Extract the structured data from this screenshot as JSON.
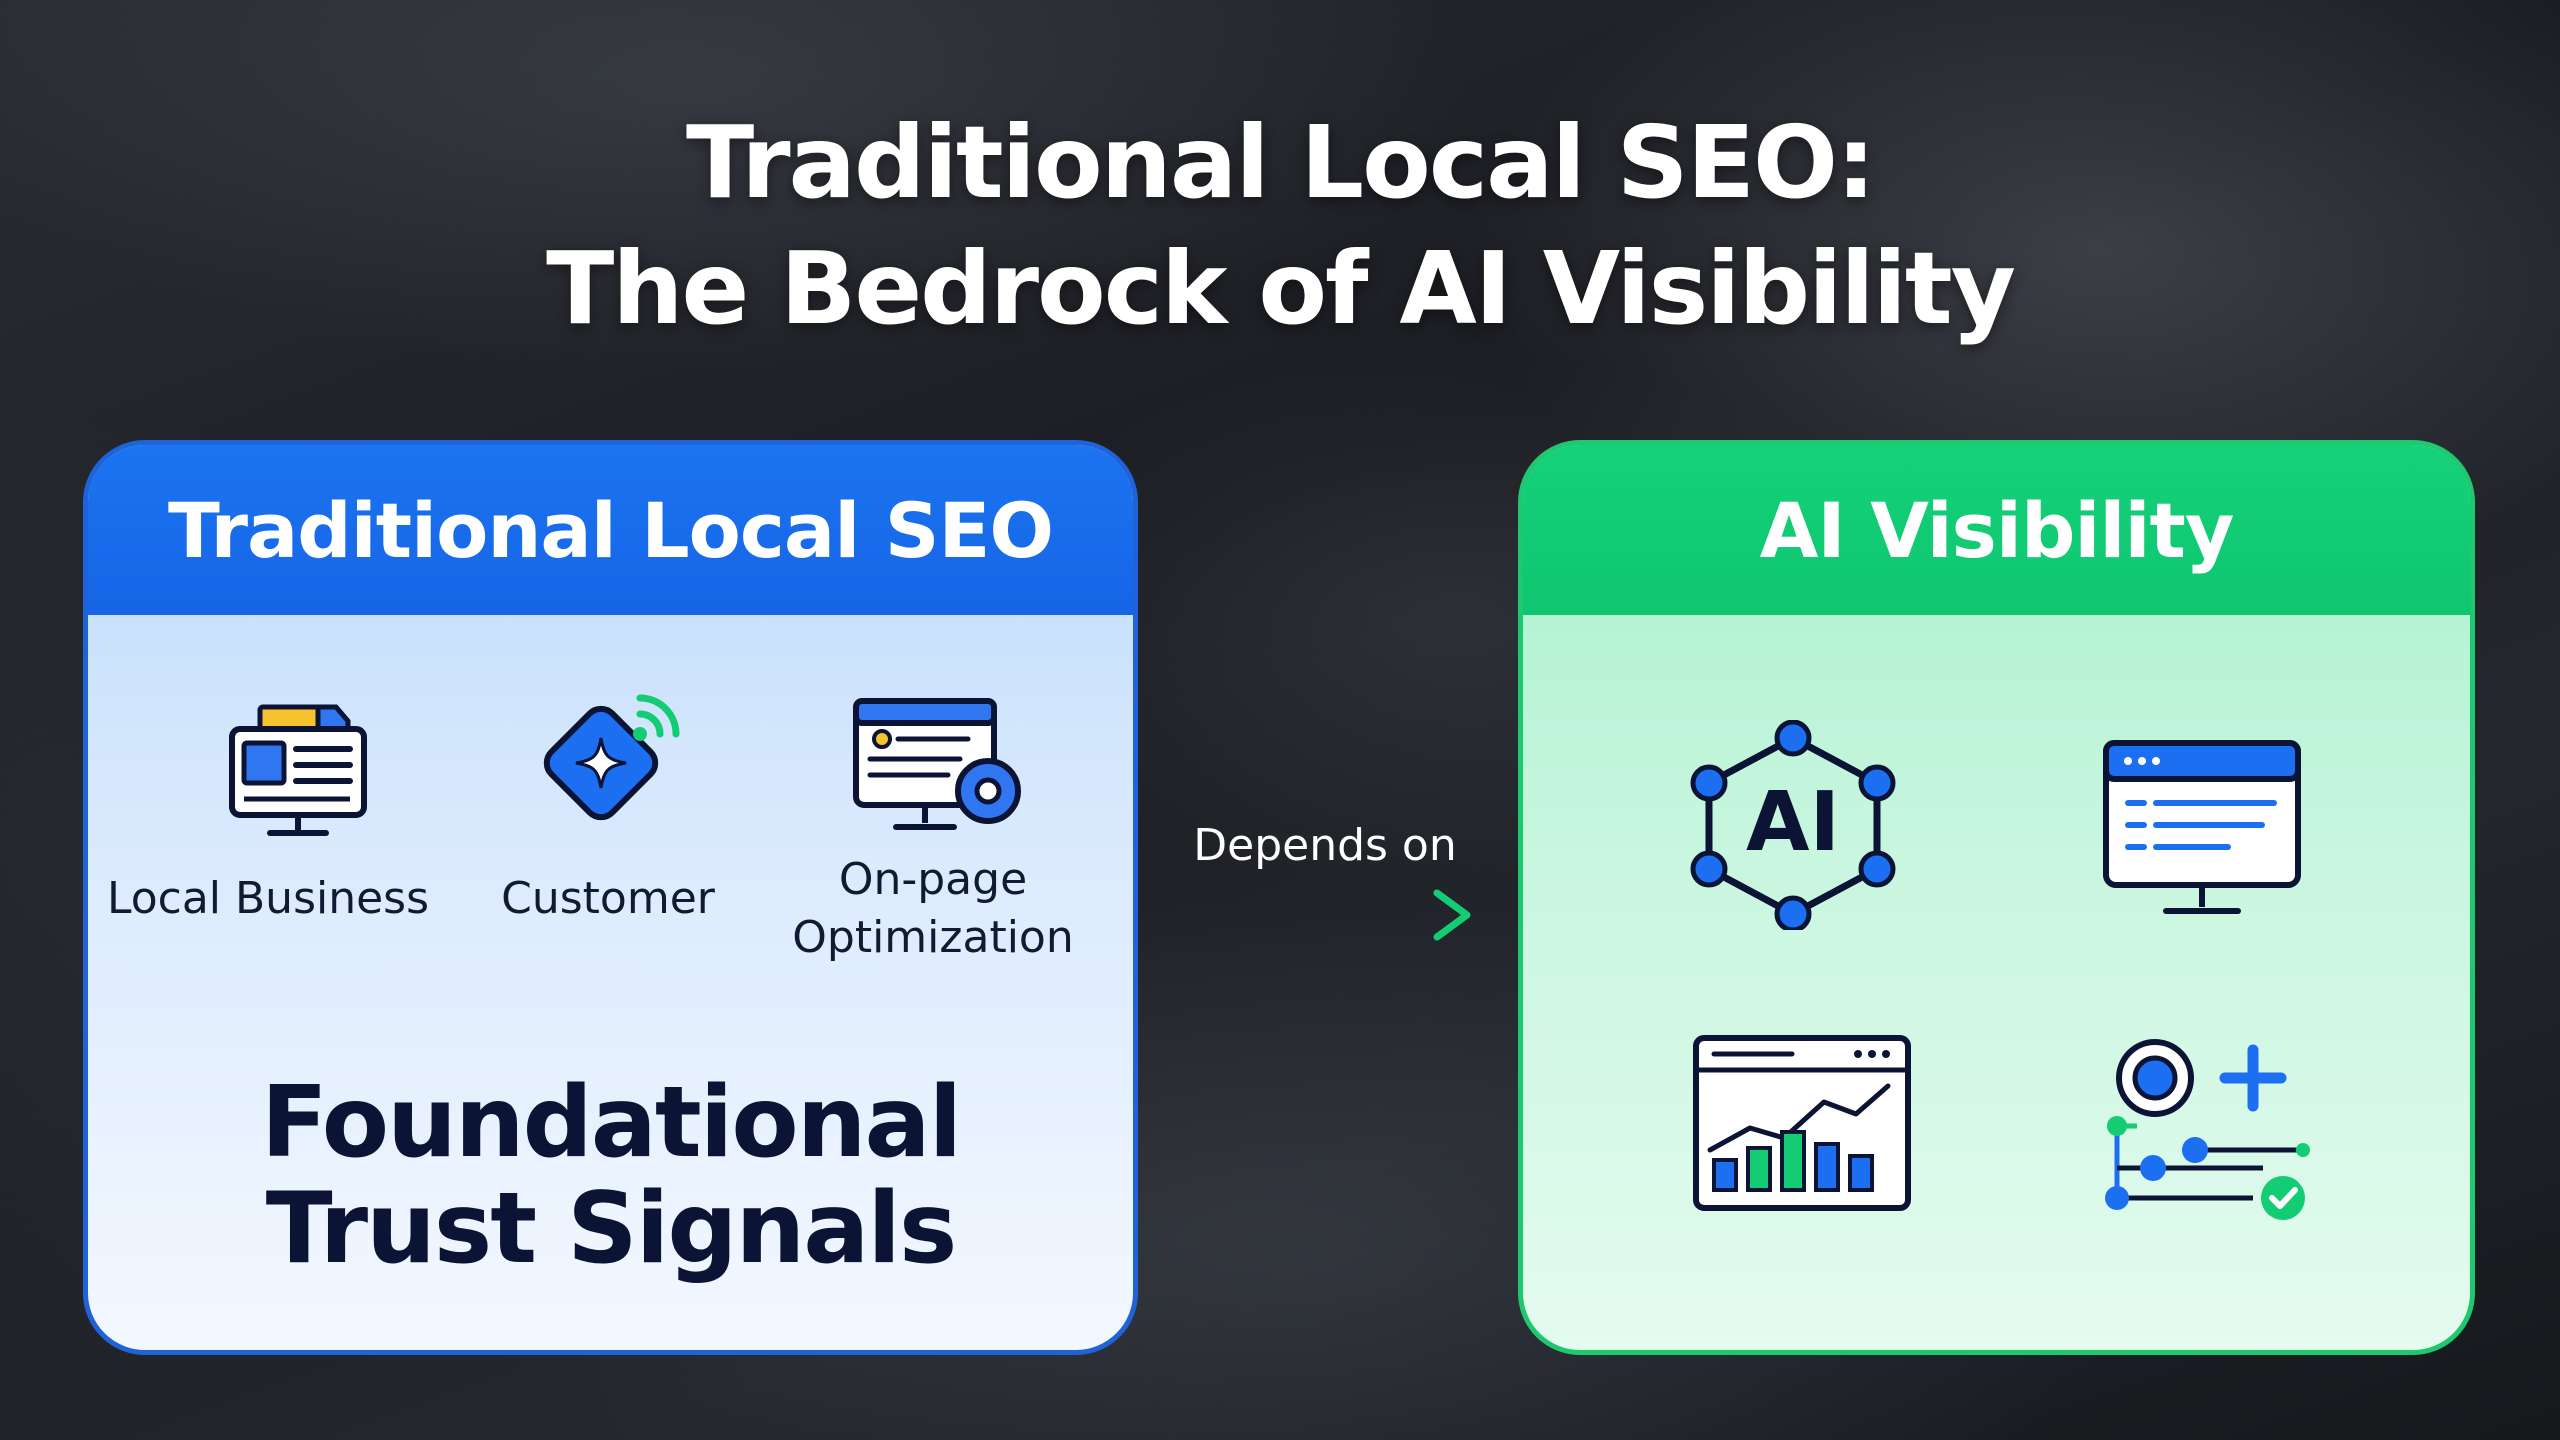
{
  "title": {
    "line1": "Traditional Local SEO:",
    "line2": "The Bedrock of AI Visibility"
  },
  "left_panel": {
    "heading": "Traditional Local SEO",
    "items": [
      {
        "label": "Local Business",
        "icon": "local-business-icon"
      },
      {
        "label": "Customer",
        "icon": "customer-icon"
      },
      {
        "label_line1": "On-page",
        "label_line2": "Optimization",
        "icon": "on-page-optimization-icon"
      }
    ],
    "foundation_line1": "Foundational",
    "foundation_line2": "Trust Signals"
  },
  "connector": {
    "label": "Depends on"
  },
  "right_panel": {
    "heading": "AI Visibility",
    "icons": [
      {
        "icon": "ai-network-icon",
        "text": "AI"
      },
      {
        "icon": "web-content-monitor-icon"
      },
      {
        "icon": "analytics-chart-icon"
      },
      {
        "icon": "location-add-check-icon"
      }
    ]
  },
  "colors": {
    "left_accent": "#1b6ff0",
    "right_accent": "#14cc74",
    "dark_text": "#0c1435"
  }
}
